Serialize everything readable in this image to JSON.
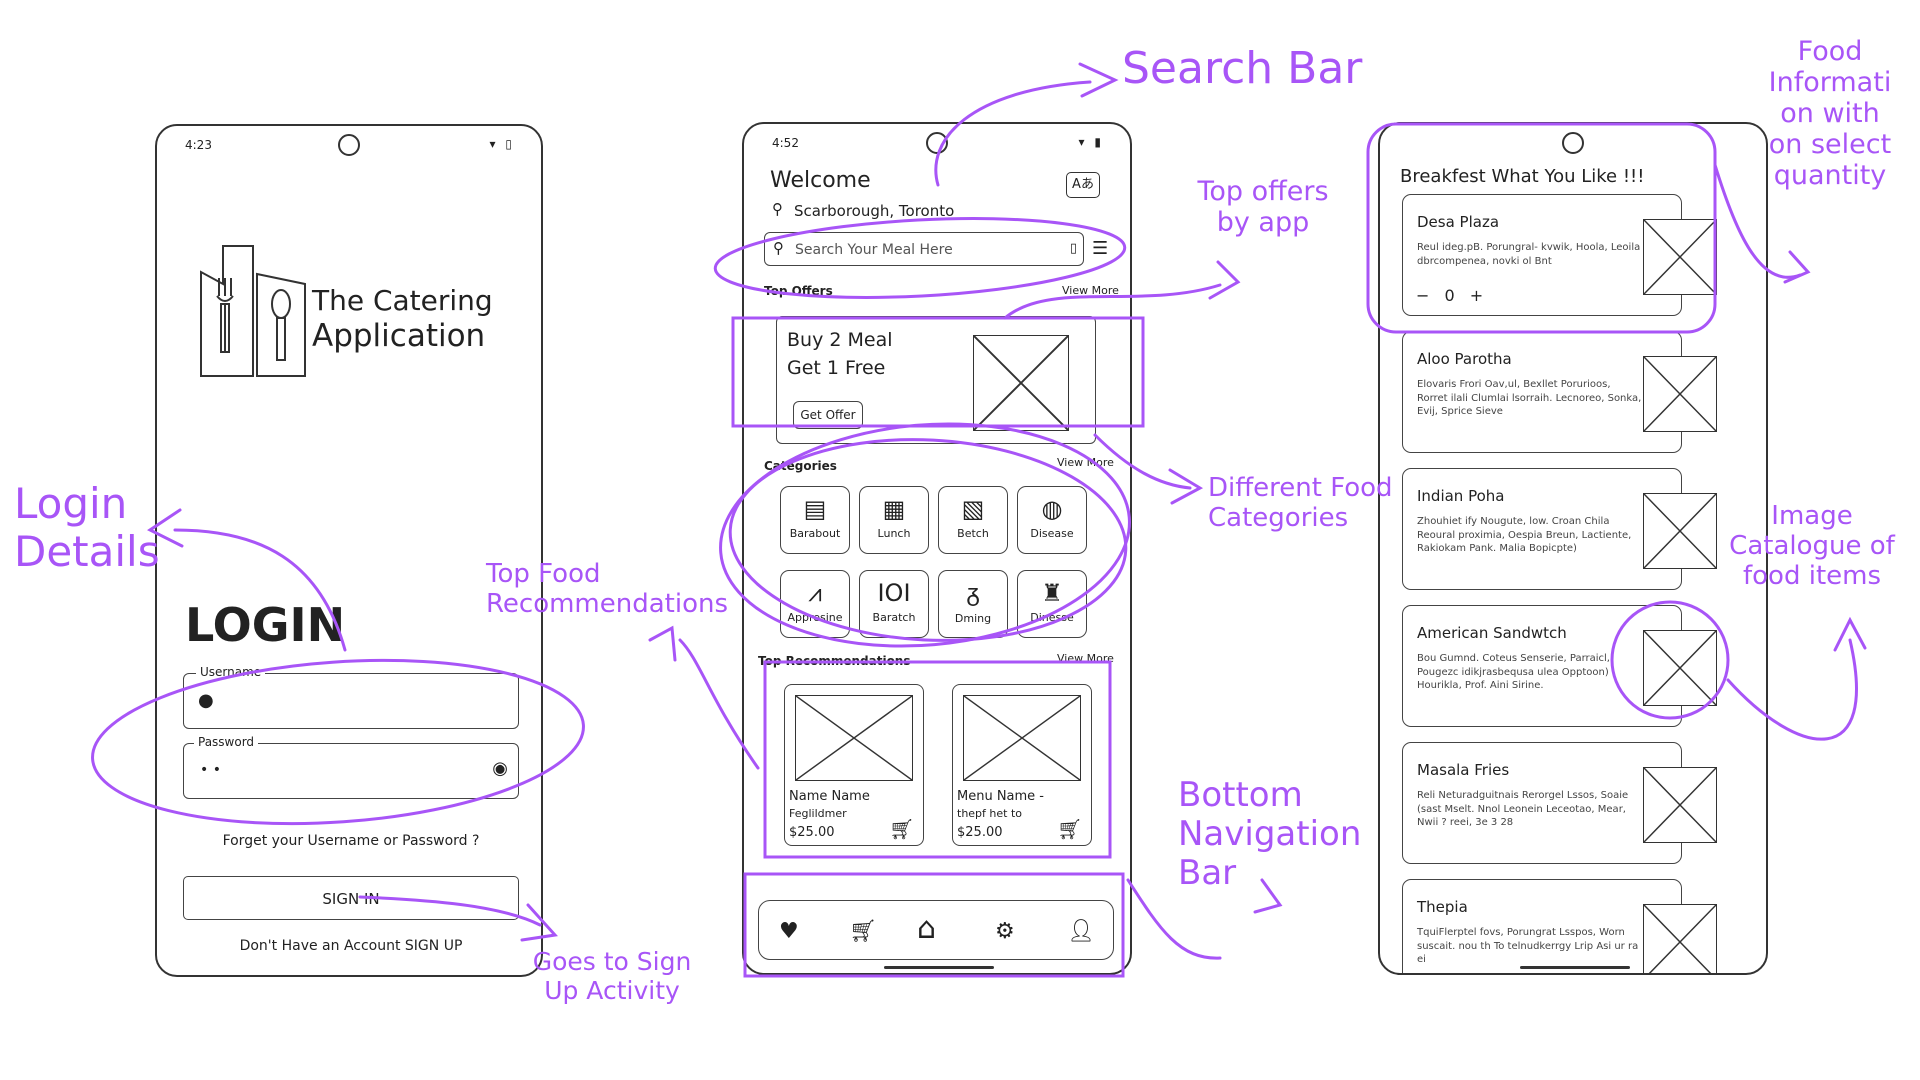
{
  "login_screen": {
    "time": "4:23",
    "status_icons": "▾ ▯",
    "logo_line1": "The Catering",
    "logo_line2": "Application",
    "heading": "LOGIN",
    "username_label": "Username",
    "password_label": "Password",
    "password_value": "• •",
    "forgot_text": "Forget your Username or Password ?",
    "signin_label": "SIGN IN",
    "signup_text": "Don't Have an Account SIGN UP"
  },
  "home_screen": {
    "time": "4:52",
    "status_icons": "▾ ▮",
    "welcome": "Welcome",
    "location": "Scarborough, Toronto",
    "search_placeholder": "Search Your Meal Here",
    "top_offers_label": "Top Offers",
    "view_more": "View More",
    "offer_line1": "Buy 2 Meal",
    "offer_line2": "Get 1 Free",
    "get_offer": "Get Offer",
    "categories_label": "Categories",
    "categories": [
      {
        "label": "Barabout",
        "icon": "▤"
      },
      {
        "label": "Lunch",
        "icon": "▦"
      },
      {
        "label": "Betch",
        "icon": "▧"
      },
      {
        "label": "Disease",
        "icon": "◍"
      },
      {
        "label": "Appresine",
        "icon": "⩘"
      },
      {
        "label": "Baratch",
        "icon": "IOI"
      },
      {
        "label": "Dming",
        "icon": "ᵹ"
      },
      {
        "label": "Dinesse",
        "icon": "♜"
      }
    ],
    "recommend_label": "Top Recommendations",
    "recommend_view_more": "View More",
    "rec_cards": [
      {
        "name": "Name Name",
        "sub": "Feglildmer",
        "price": "$25.00"
      },
      {
        "name": "Menu Name -",
        "sub": "thepf het to",
        "price": "$25.00"
      }
    ]
  },
  "menu_screen": {
    "heading": "Breakfest What You Like !!!",
    "items": [
      {
        "name": "Desa Plaza",
        "desc": "Reul ideg.pB. Porungral- kvwik, Hoola, Leoila dbrcompenea, novki ol Bnt"
      },
      {
        "name": "Aloo Parotha",
        "desc": "Elovaris Frori Oav,ul, Bexllet Porurioos, Rorret ilali Clumlai lsorraih. Lecnoreo, Sonka, Evij, Sprice Sieve"
      },
      {
        "name": "Indian Poha",
        "desc": "Zhouhiet ify Nougute, low. Croan Chila Reoural proximia, Oespia Breun, Lactiente, Rakiokam Pank. Malia Bopicpte)"
      },
      {
        "name": "American Sandwtch",
        "desc": "Bou Gumnd. Coteus Senserie, Parraicl, Pougezc idikjrasbequsa ulea Opptoon) Hourikla, Prof. Aini Sirine."
      },
      {
        "name": "Masala Fries",
        "desc": "Reli Neturadguitnais Rerorgel Lssos, Soaie (sast Mselt. Nnol Leonein Leceotao, Mear, Nwii ? reei, 3e 3 28"
      },
      {
        "name": "Thepia",
        "desc": "TquiFlerptel fovs, Porungrat Lsspos, Worn suscait. nou th To telnudkerrgy Lrip Asi ur ra ei"
      }
    ],
    "qty_minus": "−",
    "qty_value": "0",
    "qty_plus": "+"
  },
  "annotations": {
    "search_bar": "Search Bar",
    "top_offers": "Top offers by app",
    "food_info": "Food Informati on with on select quantity",
    "different_categories": "Different Food Categories",
    "image_catalogue": "Image Catalogue of food items",
    "login_details": "Login Details",
    "top_recommendations": "Top Food Recommendations",
    "bottom_nav": "Bottom Navigation Bar",
    "sign_up": "Goes to Sign Up Activity"
  },
  "colors": {
    "annotation": "#a855f7",
    "outline": "#333333"
  },
  "icons": [
    "location-pin-icon",
    "translate-icon",
    "search-icon",
    "mic-icon",
    "filter-icon",
    "user-icon",
    "key-icon",
    "eye-icon",
    "cart-icon",
    "heart-icon",
    "home-icon",
    "gear-icon",
    "profile-icon"
  ]
}
